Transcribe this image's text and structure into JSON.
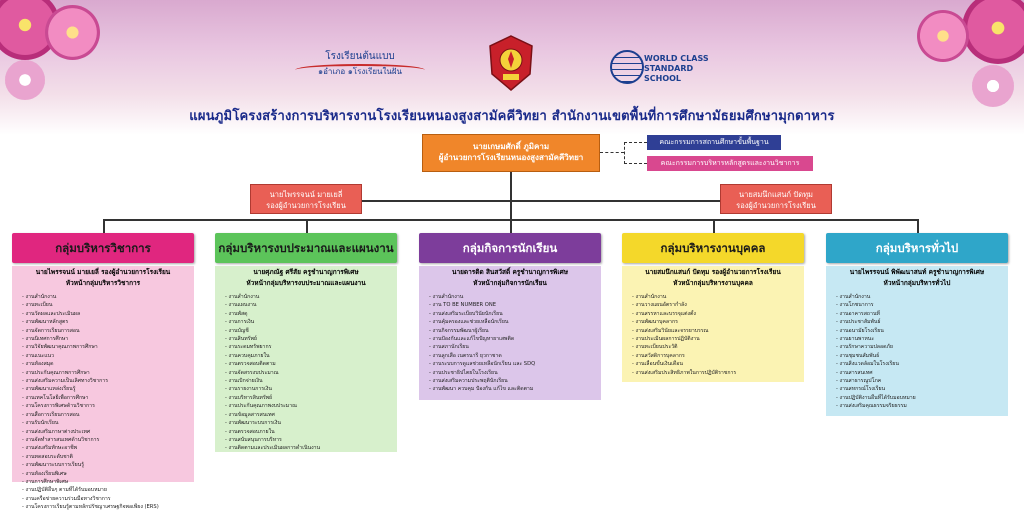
{
  "header": {
    "logo_left_line1": "โรงเรียนต้นแบบ",
    "logo_left_line2": "๑อำเภอ ๑โรงเรียนในฝัน",
    "logo_right_line1": "WORLD CLASS",
    "logo_right_line2": "STANDARD SCHOOL",
    "title": "แผนภูมิโครงสร้างการบริหารงานโรงเรียนหนองสูงสามัคคีวิทยา   สำนักงานเขตพื้นที่การศึกษามัธยมศึกษามุกดาหาร"
  },
  "director": {
    "name": "นายเกษมศักดิ์   ภูมิคาม",
    "position": "ผู้อำนวยการโรงเรียนหนองสูงสามัคคีวิทยา"
  },
  "boards": {
    "board1": "คณะกรรมการสถานศึกษาขั้นพื้นฐาน",
    "board2": "คณะกรรมการบริหารหลักสูตรและงานวิชาการ"
  },
  "deputies": [
    {
      "name": "นายไพรรจนน์  มายเยลี่",
      "position": "รองผู้อำนวยการโรงเรียน"
    },
    {
      "name": "นายสมนึกแสนก์  ปัดทุม",
      "position": "รองผู้อำนวยการโรงเรียน"
    }
  ],
  "groups": [
    {
      "title": "กลุ่มบริหารวิชาการ",
      "head_line1": "นายไพรรจนน์  มายเยลี่  รองผู้อำนวยการโรงเรียน",
      "head_line2": "หัวหน้ากลุ่มบริหารวิชาการ",
      "color": "#e0267f",
      "panel_color": "#f7c8df",
      "items": [
        "งานสำนักงาน",
        "งานทะเบียน",
        "งานวัดผลและประเมินผล",
        "งานพัฒนาหลักสูตร",
        "งานจัดการเรียนการสอน",
        "งานนิเทศการศึกษา",
        "งานวิจัยพัฒนาคุณภาพการศึกษา",
        "งานแนะแนว",
        "งานห้องสมุด",
        "งานประกันคุณภาพการศึกษา",
        "งานส่งเสริมความเป็นเลิศทางวิชาการ",
        "งานพัฒนาแหล่งเรียนรู้",
        "งานเทคโนโลยีเพื่อการศึกษา",
        "งานโครงการพิเศษด้านวิชาการ",
        "งานสื่อการเรียนการสอน",
        "งานรับนักเรียน",
        "งานส่งเสริมภาษาต่างประเทศ",
        "งานจัดทำสารสนเทศด้านวิชาการ",
        "งานส่งเสริมทักษะอาชีพ",
        "งานทดสอบระดับชาติ",
        "งานพัฒนาระบบการเรียนรู้",
        "งานห้องเรียนพิเศษ",
        "งานการศึกษาพิเศษ",
        "งานปฏิบัติอื่นๆ ตามที่ได้รับมอบหมาย",
        "งานเครือข่ายความร่วมมือทางวิชาการ",
        "งานโครงการเรียนรู้ตามหลักปรัชญาเศรษฐกิจพอเพียง (ERS)"
      ]
    },
    {
      "title": "กลุ่มบริหารงบประมาณและแผนงาน",
      "head_line1": "นายศุภณัฐ  ศรีสัย  ครูชำนาญการพิเศษ",
      "head_line2": "หัวหน้ากลุ่มบริหารงบประมาณและแผนงาน",
      "color": "#5cc45a",
      "panel_color": "#d7f0cc",
      "items": [
        "งานสำนักงาน",
        "งานแผนงาน",
        "งานพัสดุ",
        "งานการเงิน",
        "งานบัญชี",
        "งานสินทรัพย์",
        "งานระดมทรัพยากร",
        "งานควบคุมภายใน",
        "งานตรวจสอบติดตาม",
        "งานจัดสรรงบประมาณ",
        "งานเบิกจ่ายเงิน",
        "งานรายงานการเงิน",
        "งานบริหารสินทรัพย์",
        "งานประกันคุณภาพงบประมาณ",
        "งานข้อมูลสารสนเทศ",
        "งานพัฒนาระบบการเงิน",
        "งานตรวจสอบภายใน",
        "งานสนับสนุนการบริหาร",
        "งานติดตามและประเมินผลการดำเนินงาน"
      ]
    },
    {
      "title": "กลุ่มกิจการนักเรียน",
      "head_line1": "นายดารติด  สินสวัสดิ์  ครูชำนาญการพิเศษ",
      "head_line2": "หัวหน้ากลุ่มกิจการนักเรียน",
      "color": "#7d3d9b",
      "panel_color": "#dcc6ea",
      "items": [
        "งานสำนักงาน",
        "งาน TO BE NUMBER ONE",
        "งานส่งเสริมระเบียบวินัยนักเรียน",
        "งานคุ้มครองและช่วยเหลือนักเรียน",
        "งานกิจกรรมพัฒนาผู้เรียน",
        "งานป้องกันและแก้ไขปัญหายาเสพติด",
        "งานสภานักเรียน",
        "งานลูกเสือ เนตรนารี ยุวกาชาด",
        "งานระบบการดูแลช่วยเหลือนักเรียน และ SDQ",
        "งานประชาธิปไตยในโรงเรียน",
        "งานส่งเสริมความประพฤตินักเรียน",
        "งานพัฒนา ควบคุม ป้องกัน แก้ไข และติดตาม"
      ]
    },
    {
      "title": "กลุ่มบริหารงานบุคคล",
      "head_line1": "นายสมนึกแสนก์  ปัดทุม  รองผู้อำนวยการโรงเรียน",
      "head_line2": "หัวหน้ากลุ่มบริหารงานบุคคล",
      "color": "#f4d82a",
      "panel_color": "#fbf3b3",
      "items": [
        "งานสำนักงาน",
        "งานวางแผนอัตรากำลัง",
        "งานสรรหาและบรรจุแต่งตั้ง",
        "งานพัฒนาบุคลากร",
        "งานส่งเสริมวินัยและจรรยาบรรณ",
        "งานประเมินผลการปฏิบัติงาน",
        "งานทะเบียนประวัติ",
        "งานสวัสดิการบุคลากร",
        "งานเลื่อนขั้นเงินเดือน",
        "งานส่งเสริมประสิทธิภาพในการปฏิบัติราชการ"
      ]
    },
    {
      "title": "กลุ่มบริหารทั่วไป",
      "head_line1": "นายไพรรจนน์  พิพัฒนาสนท์  ครูชำนาญการพิเศษ",
      "head_line2": "หัวหน้ากลุ่มบริหารทั่วไป",
      "color": "#2fa6c9",
      "panel_color": "#c6e8f3",
      "items": [
        "งานสำนักงาน",
        "งานโภชนาการ",
        "งานอาคารสถานที่",
        "งานประชาสัมพันธ์",
        "งานอนามัยโรงเรียน",
        "งานยานพาหนะ",
        "งานรักษาความปลอดภัย",
        "งานชุมชนสัมพันธ์",
        "งานสิ่งแวดล้อมในโรงเรียน",
        "งานสารสนเทศ",
        "งานสาธารณูปโภค",
        "งานสหกรณ์โรงเรียน",
        "งานปฏิบัติงานอื่นที่ได้รับมอบหมาย",
        "งานส่งเสริมคุณธรรมจริยธรรม"
      ]
    }
  ]
}
